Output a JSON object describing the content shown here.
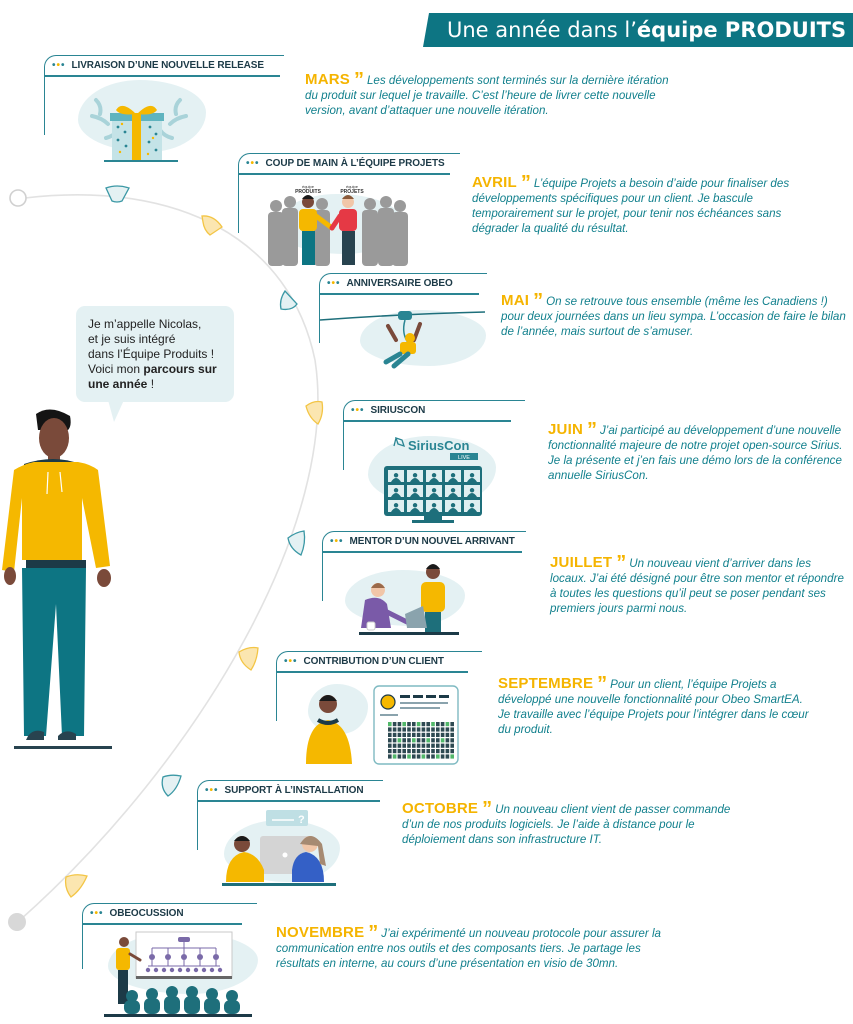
{
  "header": {
    "title_prefix": "Une année dans l’",
    "title_bold": "équipe PRODUITS",
    "banner_color": "#0d7583"
  },
  "intro_bubble": {
    "line1": "Je m’appelle Nicolas,",
    "line2": "et je suis intégré",
    "line3": "dans l’Équipe Produits !",
    "line4_prefix": "Voici mon ",
    "line4_bold": "parcours sur",
    "line5_bold": "une année",
    "line5_suffix": " !"
  },
  "colors": {
    "teal": "#0d7583",
    "teal_text": "#12808d",
    "yellow": "#f5b400",
    "light_blue": "#e4f1f3",
    "dark_navy": "#1c3a47"
  },
  "illustration_labels": {
    "team_produits_small": "équipe",
    "team_produits": "PRODUITS",
    "team_projets_small": "équipe",
    "team_projets": "PROJETS",
    "siriuscon_logo": "SiriusCon",
    "siriuscon_live": "LIVE"
  },
  "quote_mark": "”",
  "entries": [
    {
      "card_title": "LIVRAISON D’UNE NOUVELLE RELEASE",
      "month": "MARS",
      "text": "Les développements sont terminés sur la dernière itération du produit sur lequel je travaille. C’est l’heure de livrer cette nouvelle version, avant d’attaquer une nouvelle itération.",
      "icon": "gift-icon",
      "milestone_color": "teal"
    },
    {
      "card_title": "COUP DE MAIN À L’ÉQUIPE PROJETS",
      "month": "AVRIL",
      "text": "L’équipe Projets a besoin d’aide pour finaliser des développements spécifiques pour un client. Je bascule temporairement sur le projet, pour tenir nos échéances sans dégrader la qualité du résultat.",
      "icon": "handshake-icon",
      "milestone_color": "yellow"
    },
    {
      "card_title": "ANNIVERSAIRE OBEO",
      "month": "MAI",
      "text": "On se retrouve tous ensemble (même les Canadiens !) pour deux journées dans un lieu sympa. L’occasion de faire le bilan de l’année, mais surtout de s’amuser.",
      "icon": "zipline-icon",
      "milestone_color": "teal"
    },
    {
      "card_title": "SIRIUSCON",
      "month": "JUIN",
      "text": "J’ai participé au développement d’une nouvelle fonctionnalité majeure de notre projet open-source Sirius. Je la présente et j’en fais une démo lors de la conférence annuelle SiriusCon.",
      "icon": "conference-screen-icon",
      "milestone_color": "yellow"
    },
    {
      "card_title": "MENTOR D’UN NOUVEL ARRIVANT",
      "month": "JUILLET",
      "text": "Un nouveau vient d’arriver dans les locaux. J’ai été désigné pour être son mentor et répondre à toutes les questions qu’il peut se poser pendant ses premiers jours parmi nous.",
      "icon": "mentor-icon",
      "milestone_color": "teal"
    },
    {
      "card_title": "CONTRIBUTION D’UN CLIENT",
      "month": "SEPTEMBRE",
      "text": "Pour un client, l’équipe Projets a développé une nouvelle fonctionnalité pour Obeo SmartEA. Je travaille avec l’équipe Projets pour l’intégrer dans le cœur du produit.",
      "icon": "client-profile-icon",
      "milestone_color": "yellow"
    },
    {
      "card_title": "SUPPORT À L’INSTALLATION",
      "month": "OCTOBRE",
      "text": "Un nouveau client vient de passer commande d’un de nos produits logiciels. Je l’aide à distance pour le déploiement dans son infrastructure IT.",
      "icon": "support-computer-icon",
      "milestone_color": "teal"
    },
    {
      "card_title": "OBEOCUSSION",
      "month": "NOVEMBRE",
      "text": "J’ai expérimenté un nouveau protocole pour assurer la communication entre nos outils et des composants tiers. Je partage les résultats en interne, au cours d’une présentation en visio de 30mn.",
      "icon": "presentation-icon",
      "milestone_color": "yellow"
    }
  ]
}
